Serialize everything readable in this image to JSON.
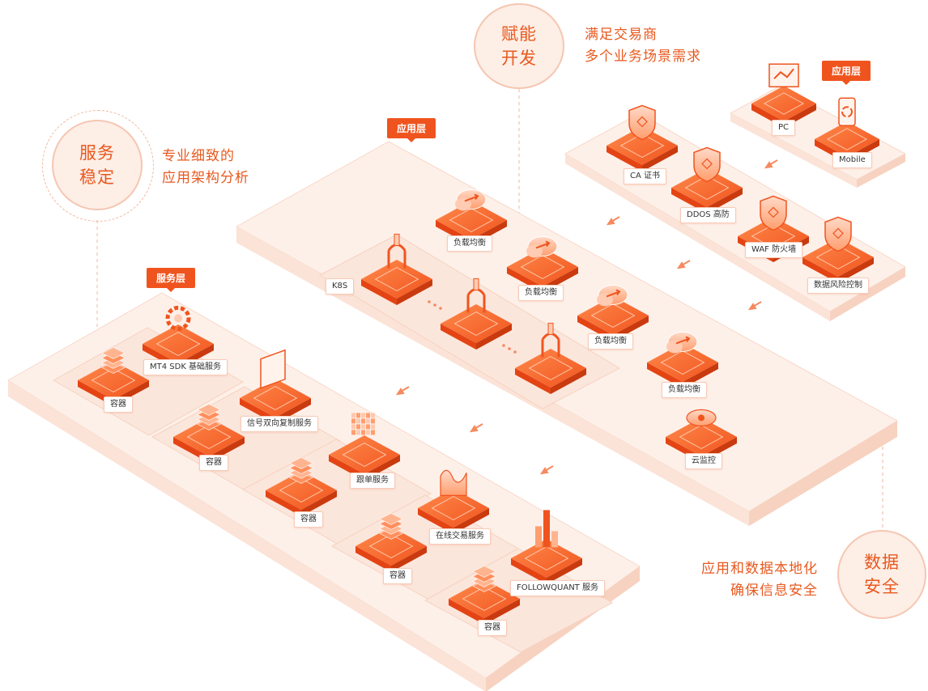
{
  "circles": {
    "service_stable": "服务\n稳定",
    "empower_dev": "赋能\n开发",
    "data_security": "数据\n安全"
  },
  "notes": {
    "service_stable": [
      "专业细致的",
      "应用架构分析"
    ],
    "empower_dev": [
      "满足交易商",
      "多个业务场景需求"
    ],
    "data_security": [
      "应用和数据本地化",
      "确保信息安全"
    ]
  },
  "tags": {
    "service_layer": "服务层",
    "app_layer_middle": "应用层",
    "app_layer_right": "应用层"
  },
  "service_layer": {
    "containers": [
      "容器",
      "容器",
      "容器",
      "容器",
      "容器"
    ],
    "services": [
      "MT4 SDK 基础服务",
      "信号双向复制服务",
      "跟单服务",
      "在线交易服务",
      "FOLLOWQUANT 服务"
    ]
  },
  "app_layer": {
    "k8s_label": "K8S",
    "load_balancers": [
      "负载均衡",
      "负载均衡",
      "负载均衡",
      "负载均衡"
    ],
    "cloud_monitor": "云监控"
  },
  "security_layer": {
    "items": [
      "CA 证书",
      "DDOS 高防",
      "WAF 防火墙",
      "数据风险控制"
    ]
  },
  "client_layer": {
    "items": [
      "PC",
      "Mobile"
    ]
  },
  "colors": {
    "accent": "#f0541e",
    "accent_light": "#fdeee6",
    "text_accent": "#e8591f"
  }
}
